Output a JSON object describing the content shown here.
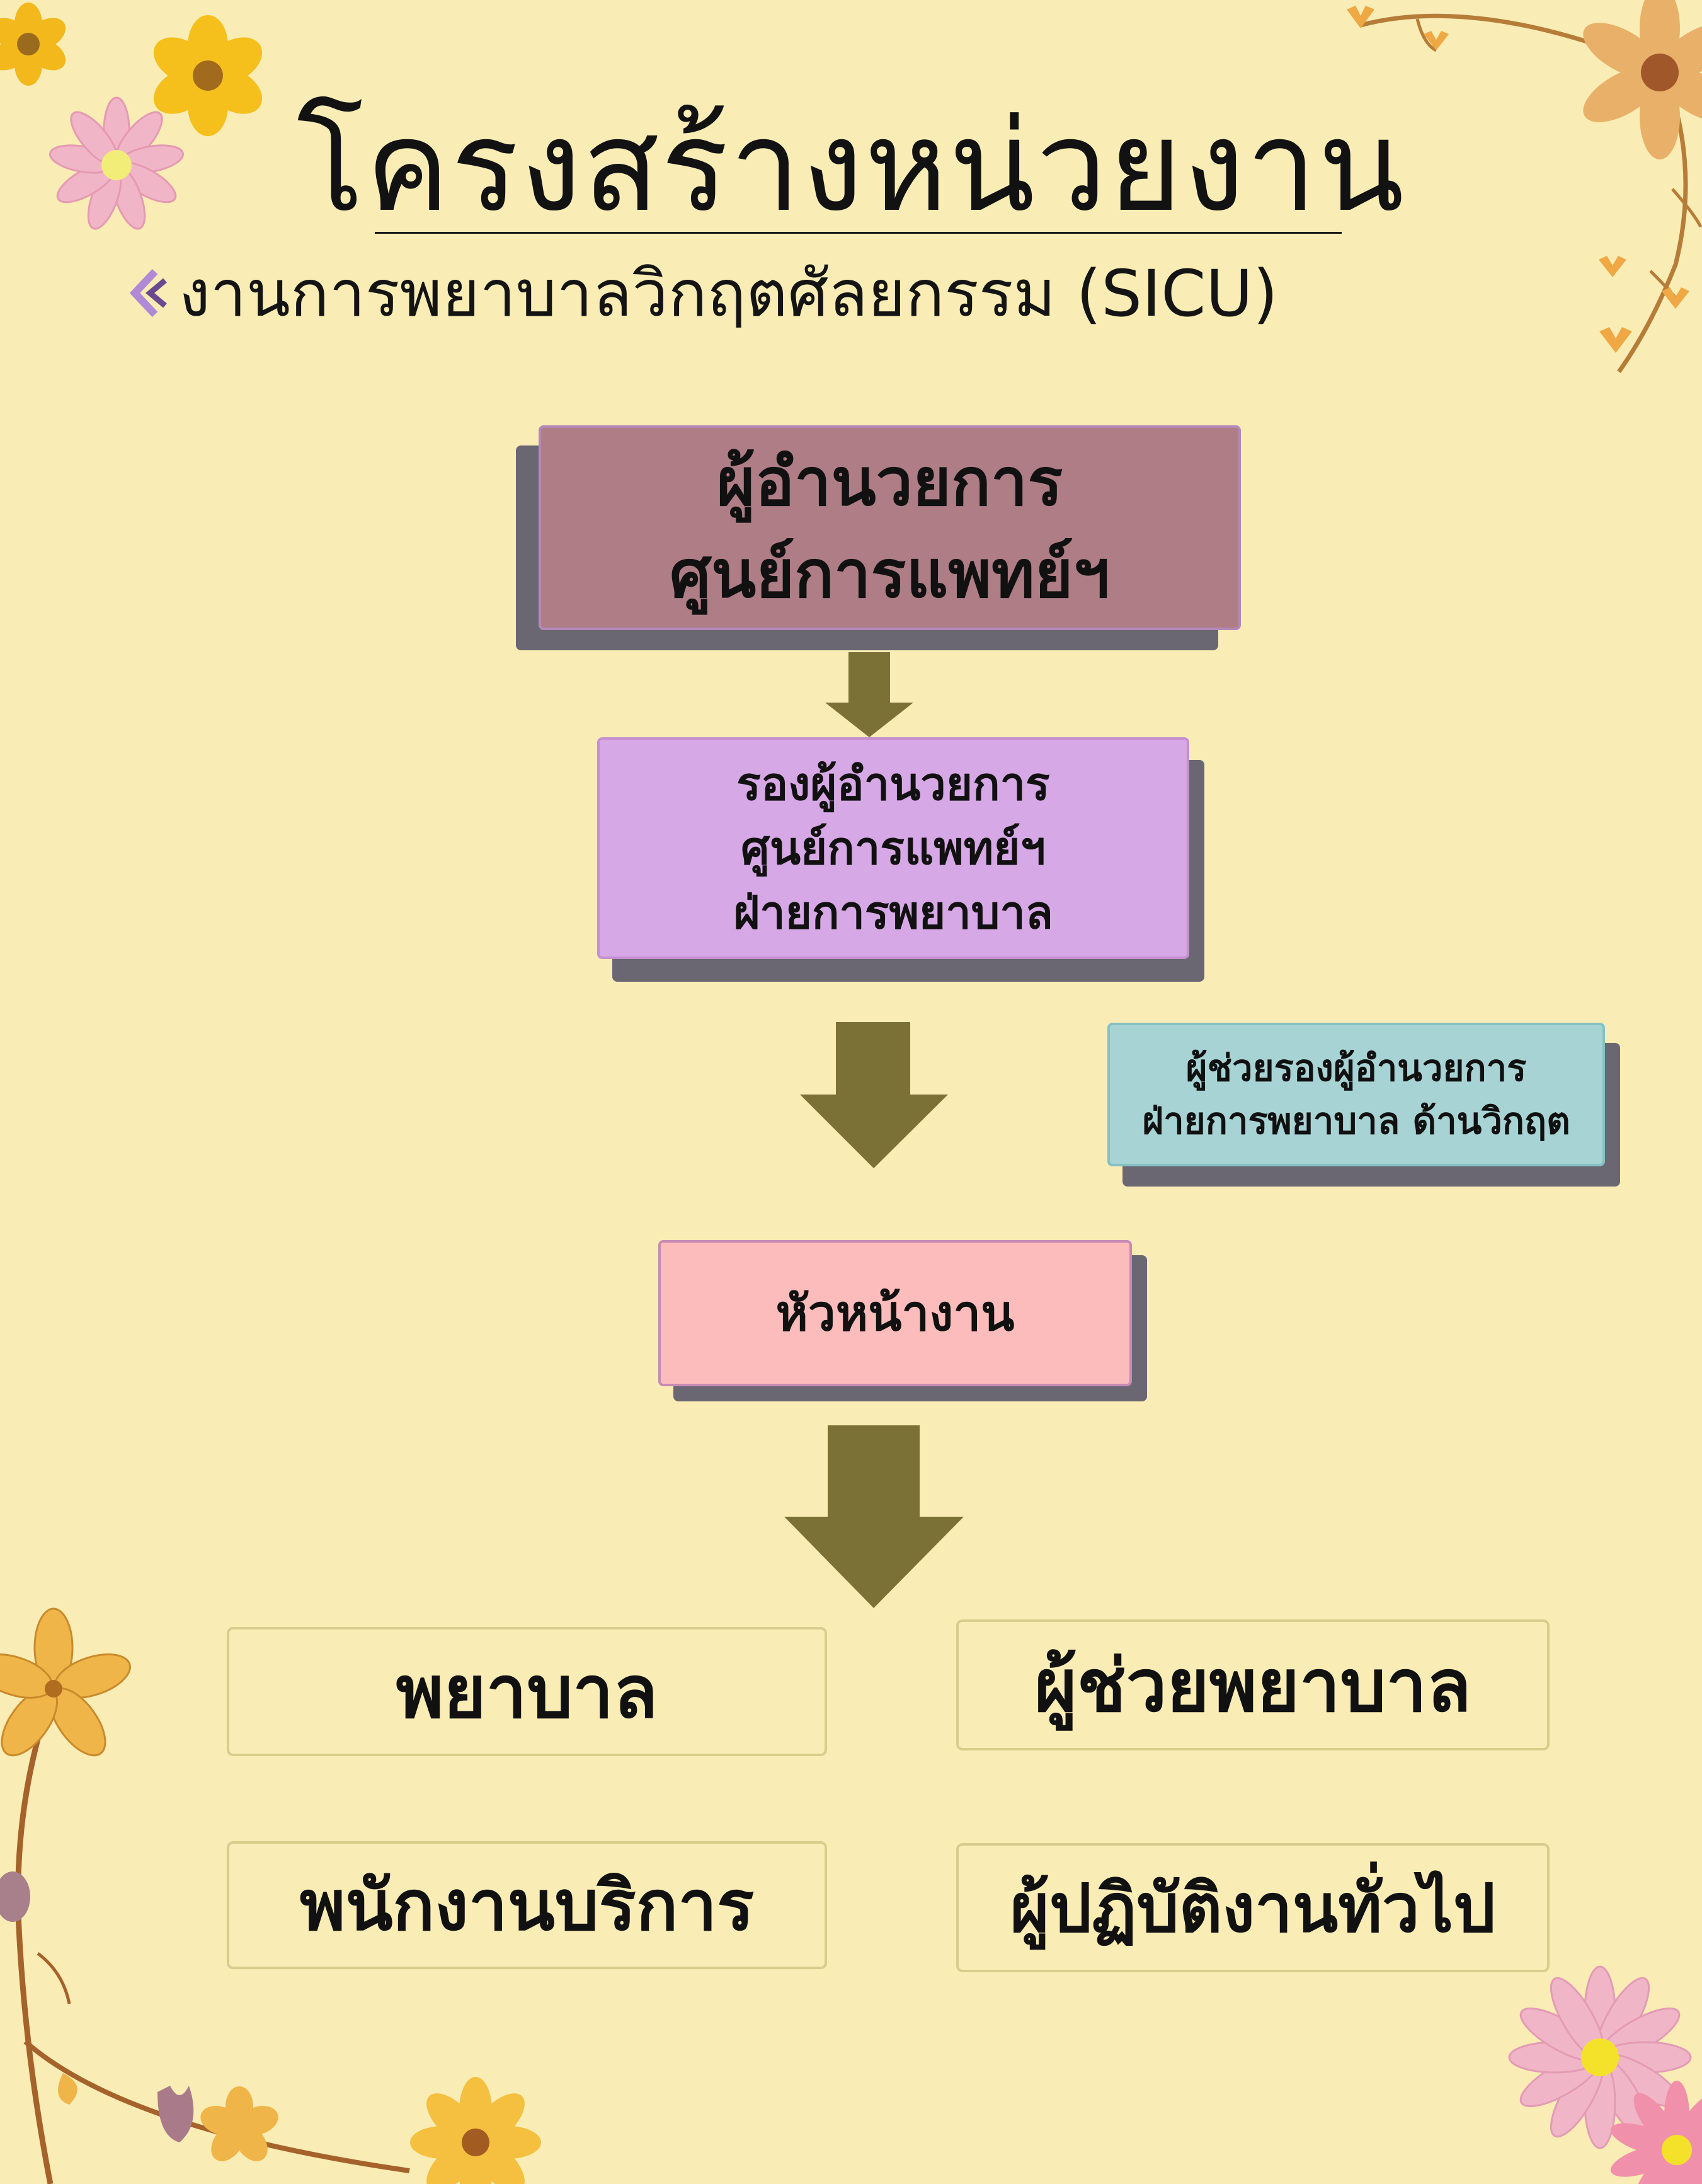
{
  "title": "โครงสร้างหน่วยงาน",
  "subtitle": "งานการพยาบาลวิกฤตศัลยกรรม (SICU)",
  "colors": {
    "background": "#f9edb5",
    "director": "#af7d86",
    "deputy": "#d7a8e6",
    "assistant": "#a8d3d5",
    "head": "#fbbcbb",
    "arrow": "#7b7036",
    "shadow": "#6a6672"
  },
  "director": {
    "lines": [
      "ผู้อำนวยการ",
      "ศูนย์การแพทย์ฯ"
    ]
  },
  "deputy": {
    "lines": [
      "รองผู้อำนวยการ",
      "ศูนย์การแพทย์ฯ",
      "ฝ่ายการพยาบาล"
    ]
  },
  "assistant": {
    "lines": [
      "ผู้ช่วยรองผู้อำนวยการ",
      "ฝ่ายการพยาบาล ด้านวิกฤต"
    ]
  },
  "head": {
    "label": "หัวหน้างาน"
  },
  "roles": [
    "พยาบาล",
    "ผู้ช่วยพยาบาล",
    "พนักงานบริการ",
    "ผู้ปฏิบัติงานทั่วไป"
  ]
}
